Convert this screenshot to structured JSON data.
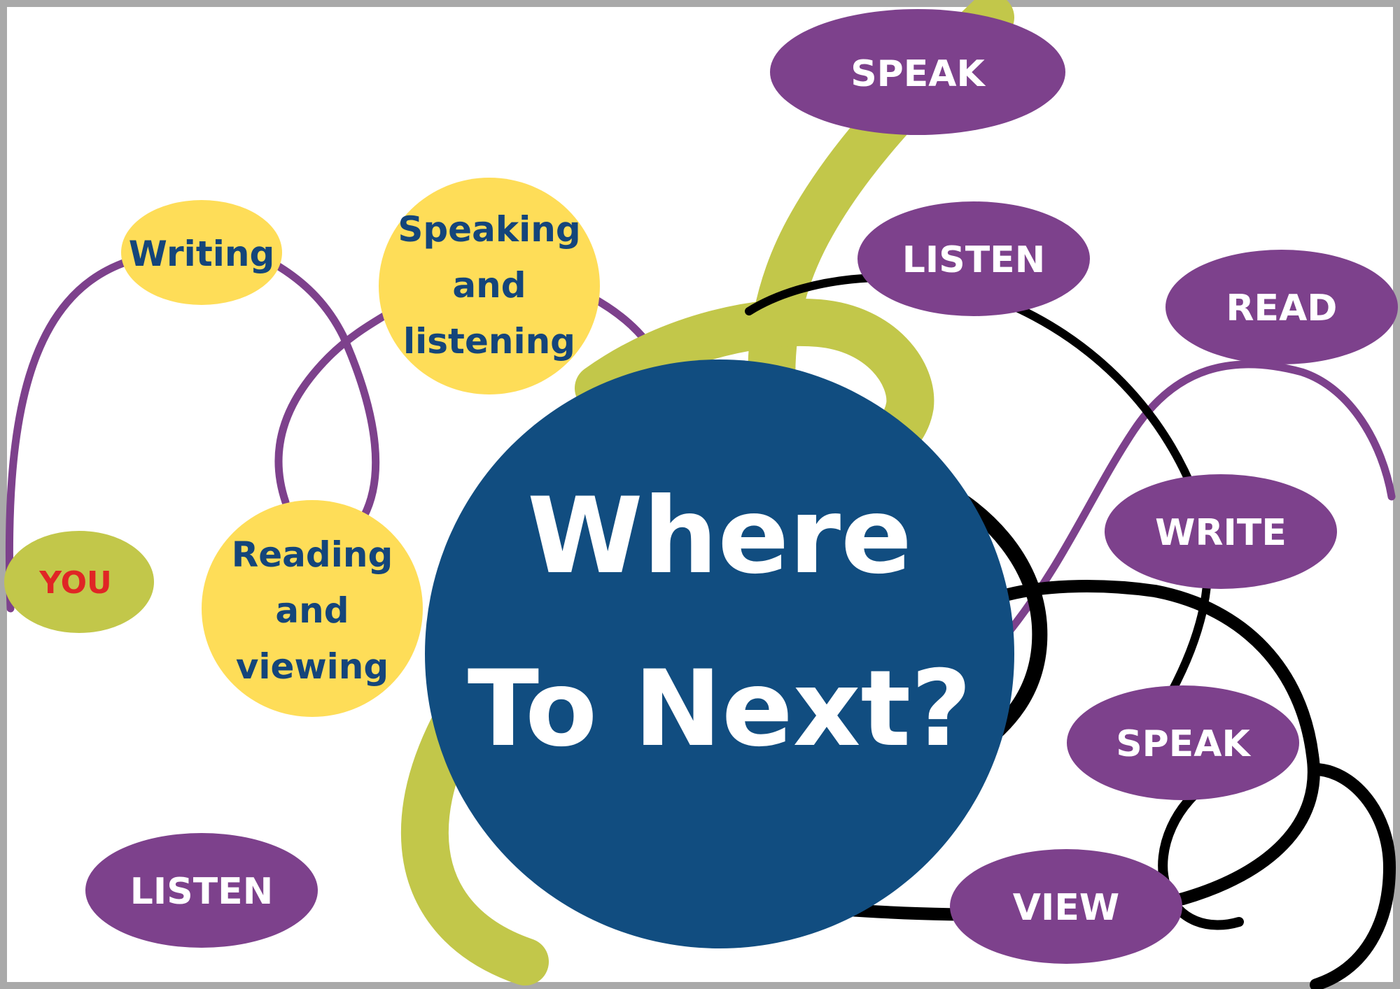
{
  "colors": {
    "center_fill": "#114d80",
    "center_text": "#ffffff",
    "purple_node": "#7d418c",
    "purple_node_text": "#ffffff",
    "yellow_node": "#fedd58",
    "yellow_node_text": "#14457a",
    "green_node": "#c2c74a",
    "you_text": "#e02525",
    "line_purple": "#7d418c",
    "line_green": "#c2c74a",
    "line_black": "#000000",
    "frame": "#a9a9a9",
    "background": "#ffffff"
  },
  "diagram": {
    "center": {
      "line1": "Where",
      "line2": "To Next?"
    },
    "you": "YOU",
    "yellow_nodes": {
      "writing": "Writing",
      "speaking_listening": [
        "Speaking",
        "and",
        "listening"
      ],
      "reading_viewing": [
        "Reading",
        "and",
        "viewing"
      ]
    },
    "purple_nodes": {
      "speak_top": "SPEAK",
      "listen_top": "LISTEN",
      "read": "READ",
      "write": "WRITE",
      "speak_bottom": "SPEAK",
      "view": "VIEW",
      "listen_bottom": "LISTEN"
    }
  }
}
